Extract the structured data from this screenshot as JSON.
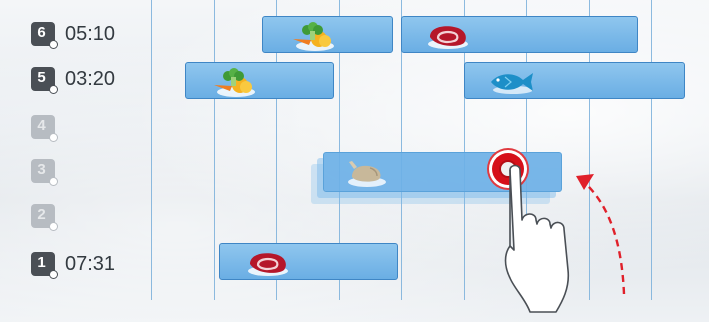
{
  "levels": [
    {
      "number": "6",
      "time": "05:10",
      "active": true
    },
    {
      "number": "5",
      "time": "03:20",
      "active": true
    },
    {
      "number": "4",
      "time": "",
      "active": false
    },
    {
      "number": "3",
      "time": "",
      "active": false
    },
    {
      "number": "2",
      "time": "",
      "active": false
    },
    {
      "number": "1",
      "time": "07:31",
      "active": true
    }
  ],
  "bars": [
    {
      "level": "6",
      "food_icon": "vegetables-icon"
    },
    {
      "level": "6",
      "food_icon": "meat-icon"
    },
    {
      "level": "5",
      "food_icon": "vegetables-icon"
    },
    {
      "level": "5",
      "food_icon": "fish-icon"
    },
    {
      "level": "3",
      "food_icon": "poultry-icon",
      "state": "dragging"
    },
    {
      "level": "1",
      "food_icon": "meat-icon"
    }
  ],
  "colors": {
    "bar_fill": "#6aaee4",
    "bar_border": "#3f86c5",
    "touch_point": "#d6101a",
    "gesture_arrow": "#e0202a",
    "badge_active": "#4a4f55",
    "badge_inactive": "#b7bcc2"
  },
  "gesture": {
    "type": "drag-up",
    "icon": "hand-pointer-icon"
  }
}
